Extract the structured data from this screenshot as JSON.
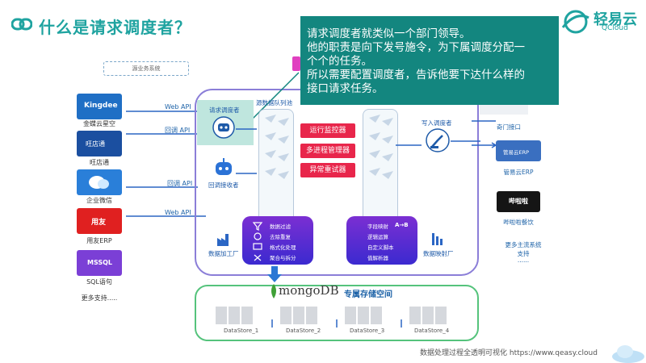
{
  "title": "什么是请求调度者？",
  "logo": {
    "name": "轻易云",
    "sub": "QCloud"
  },
  "callout": {
    "lines": [
      "请求调度者就类似一个部门领导。",
      "他的职责是向下发号施令，为下属调度分配一",
      "个个的任务。",
      "所以需要配置调度者，告诉他要下达什么样的",
      "接口请求任务。"
    ]
  },
  "source_system": "源业务系统",
  "sources": [
    {
      "label": "金蝶云星空",
      "card": "Kingdee",
      "color": "#1f6fc5"
    },
    {
      "label": "旺店通",
      "card": "旺店通",
      "color": "#1b4fa0"
    },
    {
      "label": "企业微信",
      "card": "",
      "color": "#2a7fd9"
    },
    {
      "label": "用友ERP",
      "card": "用友",
      "color": "#e02020"
    },
    {
      "label": "SQL语句",
      "card": "MSSQL",
      "color": "#7b3fd6"
    }
  ],
  "more_support_left": "更多支持.....",
  "apis": [
    "Web API",
    "回调 API",
    "回调 API",
    "Web API"
  ],
  "queue_title": "源数据队列池",
  "request_scheduler": "请求调度者",
  "callback_receiver": "回调接收者",
  "buttons": [
    "运行监控器",
    "多进程管理器",
    "异常重试器"
  ],
  "write_scheduler": "写入调度者",
  "data_factory": {
    "label": "数据加工厂",
    "items": [
      "数据过滤",
      "去除重复",
      "格式化处理",
      "聚合与拆分"
    ]
  },
  "mapping_factory": {
    "label": "数据映射厂",
    "items": [
      "字段映射",
      "A→B",
      "逻辑运算",
      "自定义脚本",
      "值解析器"
    ]
  },
  "mongodb": "mongoDB",
  "storage_title": "专属存储空间",
  "datastores": [
    "DataStore_1",
    "DataStore_2",
    "DataStore_3",
    "DataStore_4"
  ],
  "targets": [
    {
      "label": "奇门接口"
    },
    {
      "label": "管易云ERP",
      "card": "管易云ERP"
    },
    {
      "label": "哔啦啦餐饮",
      "card": "哔啦啦"
    }
  ],
  "more_support_right": [
    "更多主流系统",
    "支持",
    "......"
  ],
  "footer": "数据处理过程全透明可视化   https://www.qeasy.cloud"
}
